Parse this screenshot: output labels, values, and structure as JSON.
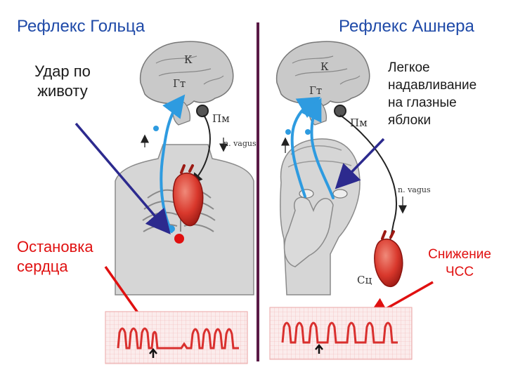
{
  "left": {
    "title": "Рефлекс Гольца",
    "trigger": [
      "Удар по",
      "животу"
    ],
    "result": [
      "Остановка",
      "сердца"
    ],
    "brain_labels": {
      "cortex": "К",
      "hypothalamus": "Гт",
      "medulla": "Пм"
    },
    "nerve_label": "n. vagus"
  },
  "right": {
    "title": "Рефлекс Ашнера",
    "trigger": [
      "Легкое",
      "надавливание",
      "на глазные",
      "яблоки"
    ],
    "result": [
      "Снижение",
      "ЧСС"
    ],
    "brain_labels": {
      "cortex": "К",
      "hypothalamus": "Гт",
      "medulla": "Пм"
    },
    "nerve_label": "n. vagus",
    "heart_label": "Сц"
  },
  "colors": {
    "title": "#1f4aa8",
    "red": "#e01010",
    "arrow_navy": "#2c2a8e",
    "afferent": "#2e9be0",
    "divider": "#5a1a46",
    "ecg": "#d9302e",
    "grid": "#f0a8a8"
  }
}
